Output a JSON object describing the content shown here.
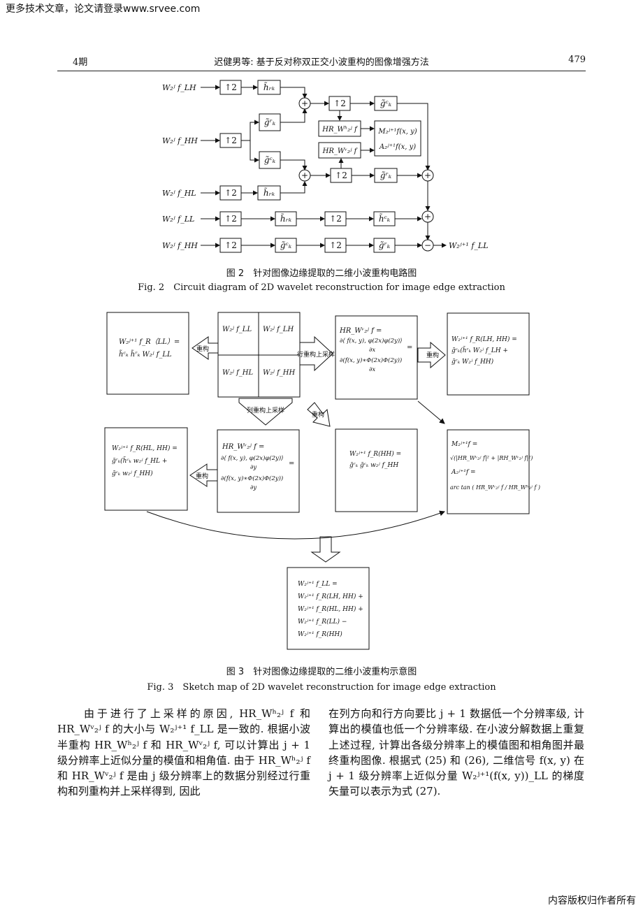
{
  "top_note": "更多技术文章，论文请登录www.srvee.com",
  "running_head": {
    "issue": "4期",
    "title": "迟健男等: 基于反对称双正交小波重构的图像增强方法",
    "page": "479"
  },
  "fig2": {
    "inputs": [
      "W₂ʲ f_LH",
      "W₂ʲ f_HH",
      "W₂ʲ f_HL",
      "W₂ʲ f_LL",
      "W₂ʲ f_HH"
    ],
    "up2": "↑2",
    "h_r": "h̃ᵣₖ",
    "g_c": "g̃ᶜₖ",
    "g_r": "g̃ʳₖ",
    "h_c": "h̃ᶜₖ",
    "hrh": "HR_Wʰ₂ʲ f",
    "hrv": "HR_Wᵛ₂ʲ f",
    "M": "M₂ʲ⁺¹f(x, y)",
    "A": "A₂ʲ⁺¹f(x, y)",
    "plus": "+",
    "minus": "−",
    "output": "W₂ʲ⁺¹ f_LL",
    "caption_cn": "图 2　针对图像边缘提取的二维小波重构电路图",
    "caption_en": "Fig. 2　Circuit diagram of 2D wavelet reconstruction for image edge extraction"
  },
  "fig3": {
    "box_left_top": [
      "W₂ʲ⁺¹ f_R（LL）=",
      "h̃ᶜₖ h̃ʳₖ W₂ʲ f_LL"
    ],
    "arrow_recon": "重构",
    "quad_ll": "W₂ʲ f_LL",
    "quad_lh": "W₂ʲ f_LH",
    "quad_hl": "W₂ʲ f_HL",
    "quad_hh": "W₂ʲ f_HH",
    "arrow_row": "行重构上采样",
    "box_hrv": [
      "HR_Wᵛ₂ʲ f =",
      "∂⟨ f(x, y), φ(2x)φ(2y)⟩",
      "∂x",
      "∂(f(x, y)∗Φ(2x)Φ(2y))",
      "∂x"
    ],
    "eq": "=",
    "box_lh_r": [
      "W₂ʲ⁺¹ f_R(LH, HH) =",
      "g̃ᶜₖ(h̃ʳₖ W₂ʲ f_LH +",
      "g̃ʳₖ W₂ʲ f_HH)"
    ],
    "arrow_col": "列重构上采样",
    "arrow_recon2": "重构",
    "box_hl": [
      "W₂ʲ⁺¹ f_R(HL, HH) =",
      "g̃ʳₖ(h̃ᶜₖ w₂ʲ f_HL +",
      "g̃ᶜₖ w₂ʲ f_HH)"
    ],
    "box_hrh": [
      "HR_Wᵛ₂ʲ f =",
      "∂⟨ f(x, y), φ(2x)φ(2y)⟩",
      "∂y",
      "∂(f(x, y)∗Φ(2x)Φ(2y))",
      "∂y"
    ],
    "box_hh": [
      "W₂ʲ⁺¹ f_R(HH) =",
      "g̃ʳₖ g̃ᶜₖ w₂ʲ f_HH"
    ],
    "box_MA": [
      "M₂ʲ⁺¹f =",
      "√(|HR_Wᵛ₂ʲ f|² + |RH_Wᵛ₂ʲ f|²)",
      "A₂ʲ⁺¹f =",
      "arc tan ( HR_Wᵛ₂ʲ f / HR_Wʰ₂ʲ f )"
    ],
    "box_final": [
      "W₂ʲ⁺¹ f_LL =",
      "W₂ʲ⁺¹ f_R(LH, HH) +",
      "W₂ʲ⁺¹ f_R(HL, HH) +",
      "W₂ʲ⁺¹ f_R(LL) −",
      "W₂ʲ⁺¹ f_R(HH)"
    ],
    "caption_cn": "图 3　针对图像边缘提取的二维小波重构示意图",
    "caption_en": "Fig. 3　Sketch map of 2D wavelet reconstruction for image edge extraction"
  },
  "body": {
    "left_col": "　　由于进行了上采样的原因, HR_Wʰ₂ʲ f 和 HR_Wᵛ₂ʲ f 的大小与 W₂ʲ⁺¹ f_LL 是一致的. 根据小波半重构 HR_Wʰ₂ʲ f 和 HR_Wᵛ₂ʲ f, 可以计算出 j + 1 级分辨率上近似分量的模值和相角值. 由于 HR_Wʰ₂ʲ f 和 HR_Wᵛ₂ʲ f 是由 j 级分辨率上的数据分别经过行重构和列重构并上采样得到, 因此",
    "right_col": "在列方向和行方向要比 j + 1 数据低一个分辨率级, 计算出的模值也低一个分辨率级. 在小波分解数据上重复上述过程, 计算出各级分辨率上的模值图和相角图并最终重构图像. 根据式 (25) 和 (26), 二维信号 f(x, y) 在 j + 1 级分辨率上近似分量 W₂ʲ⁺¹(f(x, y))_LL 的梯度矢量可以表示为式 (27)."
  },
  "footer_note": "内容版权归作者所有"
}
